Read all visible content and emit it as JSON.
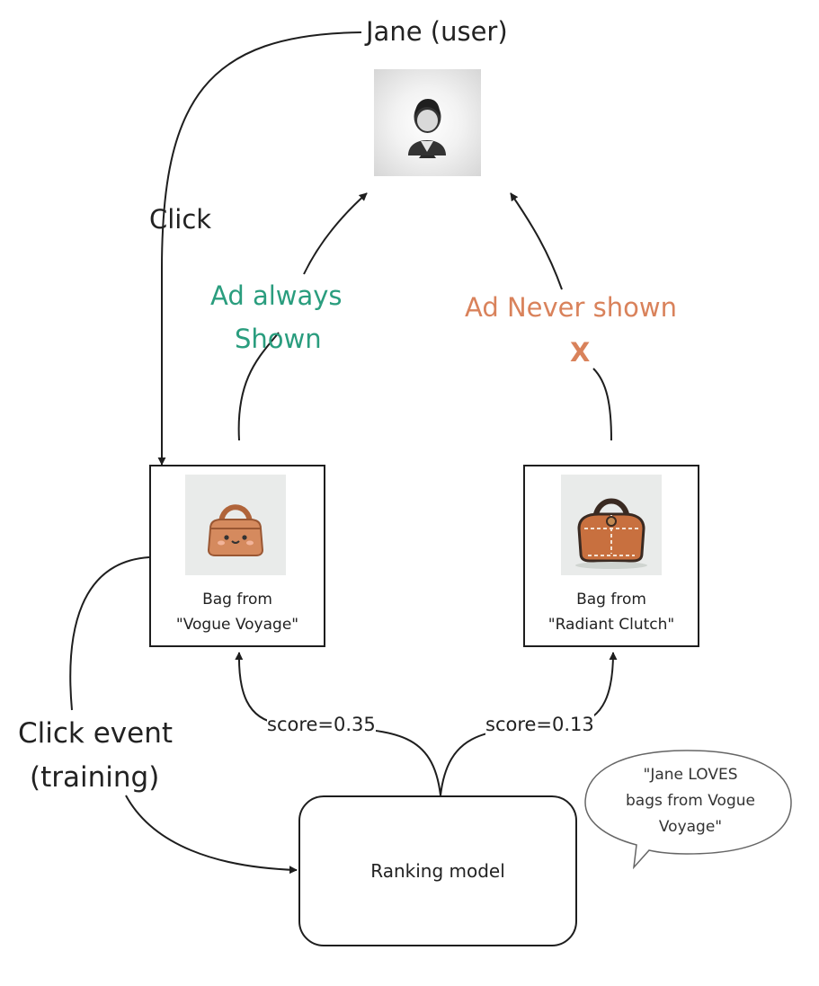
{
  "user": {
    "label": "Jane (user)",
    "icon": "user-avatar-icon"
  },
  "edges": {
    "click": "Click",
    "ad_always": [
      "Ad always",
      "Shown"
    ],
    "ad_never": "Ad Never shown",
    "ad_never_mark": "X",
    "click_event": [
      "Click event",
      "(training)"
    ],
    "score_left": "score=0.35",
    "score_right": "score=0.13"
  },
  "ads": [
    {
      "line1": "Bag from",
      "line2": "\"Vogue Voyage\"",
      "icon": "handbag-icon"
    },
    {
      "line1": "Bag from",
      "line2": "\"Radiant Clutch\"",
      "icon": "handbag-icon"
    }
  ],
  "model": {
    "label": "Ranking model"
  },
  "speech": {
    "lines": [
      "\"Jane LOVES",
      "bags from Vogue",
      "Voyage\""
    ]
  },
  "colors": {
    "shown": "#2a9d7e",
    "never": "#d9825b",
    "line": "#1e1e1e",
    "text": "#222222"
  }
}
